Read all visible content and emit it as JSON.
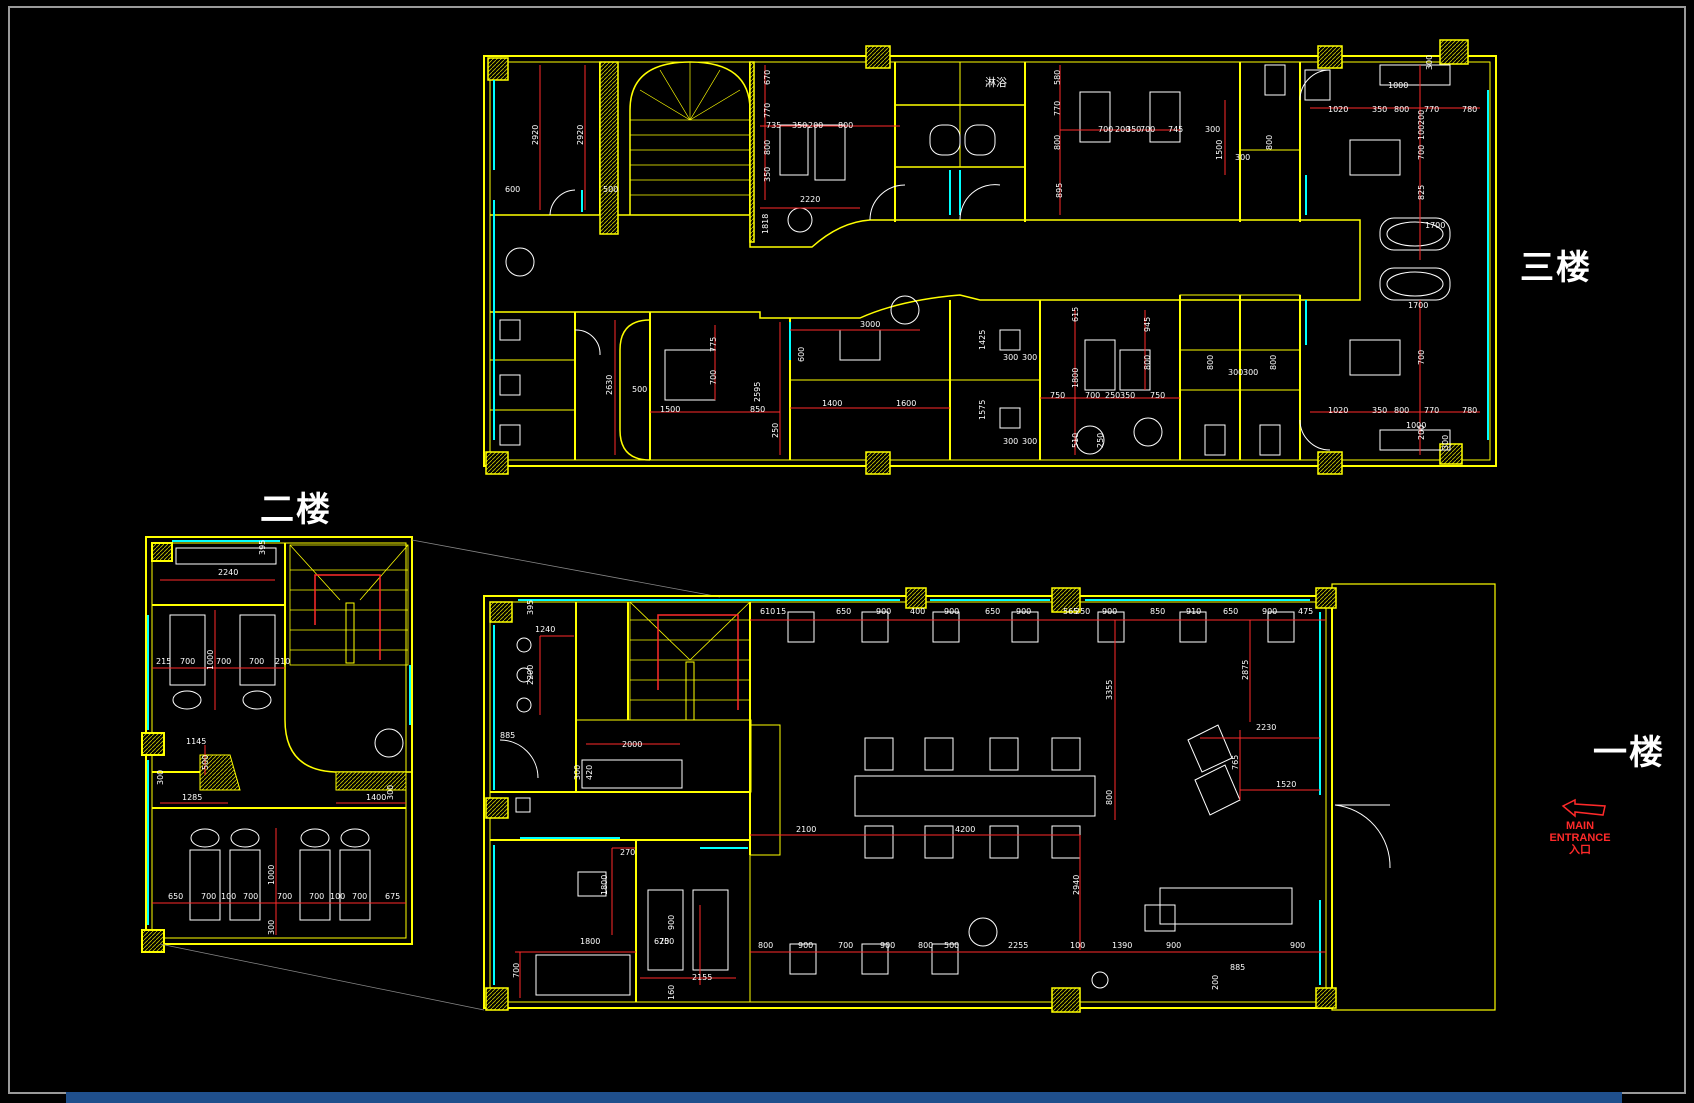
{
  "floors": {
    "third": "三楼",
    "second": "二楼",
    "first": "一楼"
  },
  "entrance": {
    "line1": "MAIN",
    "line2": "ENTRANCE",
    "line3": "入口"
  },
  "room_labels": {
    "bath": "淋浴"
  },
  "colors": {
    "background": "#000000",
    "wall": "#ffff00",
    "dimension": "#ff2a2a",
    "window": "#00ffff",
    "furniture": "#ffffff"
  },
  "dimensions_third_top": [
    "2920",
    "2920",
    "600",
    "500",
    "670",
    "770",
    "735",
    "350",
    "200",
    "800",
    "800",
    "350",
    "2220",
    "1818",
    "700",
    "200",
    "350",
    "700",
    "745",
    "300",
    "580",
    "770",
    "800",
    "1500",
    "300",
    "800",
    "895",
    "1000",
    "1020",
    "350",
    "800",
    "770",
    "780",
    "300",
    "200",
    "100",
    "700",
    "825",
    "1700"
  ],
  "dimensions_third_bottom": [
    "3000",
    "775",
    "700",
    "2630",
    "500",
    "1500",
    "850",
    "2595",
    "600",
    "1400",
    "1600",
    "250",
    "1425",
    "300",
    "300",
    "1575",
    "300",
    "300",
    "615",
    "945",
    "1800",
    "800",
    "750",
    "700",
    "250",
    "350",
    "750",
    "800",
    "300",
    "300",
    "800",
    "1700",
    "700",
    "1020",
    "350",
    "800",
    "770",
    "780",
    "1000",
    "300",
    "200",
    "510",
    "250"
  ],
  "dimensions_second": [
    "395",
    "2240",
    "215",
    "700",
    "700",
    "700",
    "210",
    "1000",
    "1145",
    "500",
    "300",
    "1285",
    "1400",
    "300",
    "1000",
    "650",
    "700",
    "100",
    "700",
    "700",
    "700",
    "100",
    "700",
    "675",
    "300"
  ],
  "dimensions_first": [
    "395",
    "1240",
    "2200",
    "885",
    "2000",
    "300",
    "420",
    "610",
    "15",
    "650",
    "900",
    "400",
    "900",
    "650",
    "900",
    "565",
    "250",
    "900",
    "850",
    "910",
    "650",
    "900",
    "475",
    "3355",
    "2875",
    "2230",
    "765",
    "1520",
    "800",
    "2100",
    "4200",
    "270",
    "1800",
    "2940",
    "900",
    "625",
    "700",
    "1800",
    "700",
    "2155",
    "160",
    "800",
    "900",
    "700",
    "900",
    "800",
    "500",
    "2255",
    "100",
    "1390",
    "900",
    "885",
    "200",
    "900"
  ]
}
